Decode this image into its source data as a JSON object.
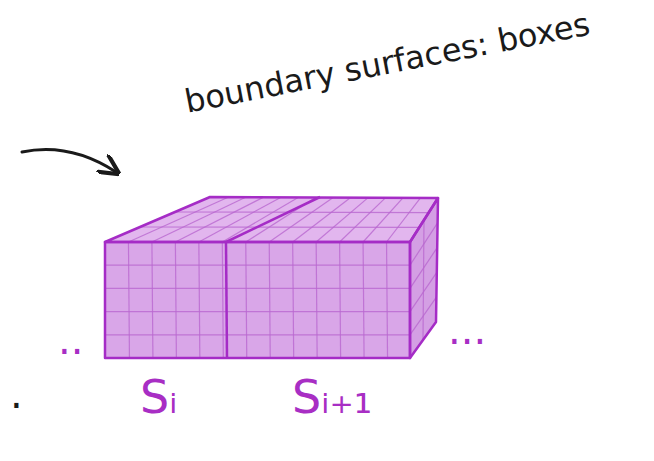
{
  "diagram": {
    "labels": [
      "boundary surfaces: boxes",
      "..",
      "...",
      ".",
      "Sᵢ",
      "Sᵢ₊₁"
    ]
  }
}
